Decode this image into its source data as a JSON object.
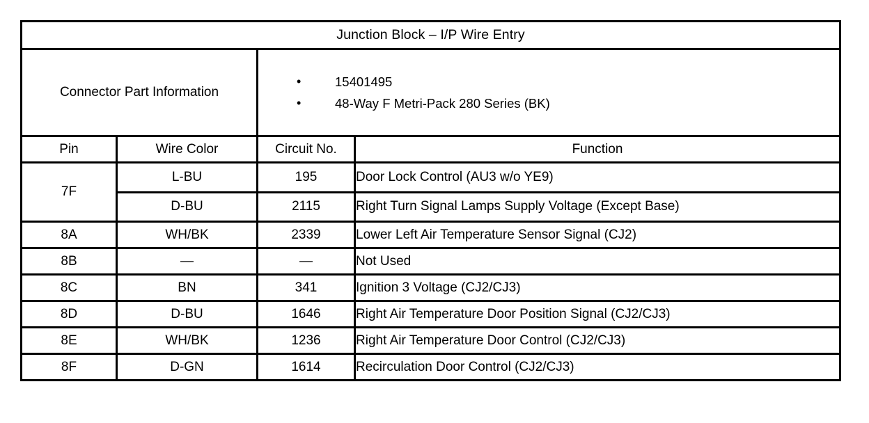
{
  "document": {
    "title": "Junction Block – I/P Wire Entry"
  },
  "connector": {
    "label": "Connector Part Information",
    "bullet_glyph": "•",
    "items": [
      "15401495",
      "48-Way F Metri-Pack 280 Series (BK)"
    ]
  },
  "table": {
    "headers": {
      "pin": "Pin",
      "wire_color": "Wire Color",
      "circuit_no": "Circuit No.",
      "function": "Function"
    },
    "rows": [
      {
        "pin": "7F",
        "pin_rowspan": 2,
        "wire_color": "L-BU",
        "circuit_no": "195",
        "function": "Door Lock Control (AU3 w/o YE9)"
      },
      {
        "pin": "",
        "pin_rowspan": 0,
        "wire_color": "D-BU",
        "circuit_no": "2115",
        "function": "Right Turn Signal Lamps Supply Voltage (Except Base)"
      },
      {
        "pin": "8A",
        "pin_rowspan": 1,
        "wire_color": "WH/BK",
        "circuit_no": "2339",
        "function": "Lower Left Air Temperature Sensor Signal (CJ2)"
      },
      {
        "pin": "8B",
        "pin_rowspan": 1,
        "wire_color": "—",
        "circuit_no": "—",
        "function": "Not Used"
      },
      {
        "pin": "8C",
        "pin_rowspan": 1,
        "wire_color": "BN",
        "circuit_no": "341",
        "function": "Ignition 3 Voltage (CJ2/CJ3)"
      },
      {
        "pin": "8D",
        "pin_rowspan": 1,
        "wire_color": "D-BU",
        "circuit_no": "1646",
        "function": "Right Air Temperature Door Position Signal (CJ2/CJ3)"
      },
      {
        "pin": "8E",
        "pin_rowspan": 1,
        "wire_color": "WH/BK",
        "circuit_no": "1236",
        "function": "Right Air Temperature Door Control (CJ2/CJ3)"
      },
      {
        "pin": "8F",
        "pin_rowspan": 1,
        "wire_color": "D-GN",
        "circuit_no": "1614",
        "function": "Recirculation Door Control (CJ2/CJ3)"
      }
    ]
  },
  "colors": {
    "border": "#000000",
    "background": "#ffffff",
    "text": "#000000"
  }
}
